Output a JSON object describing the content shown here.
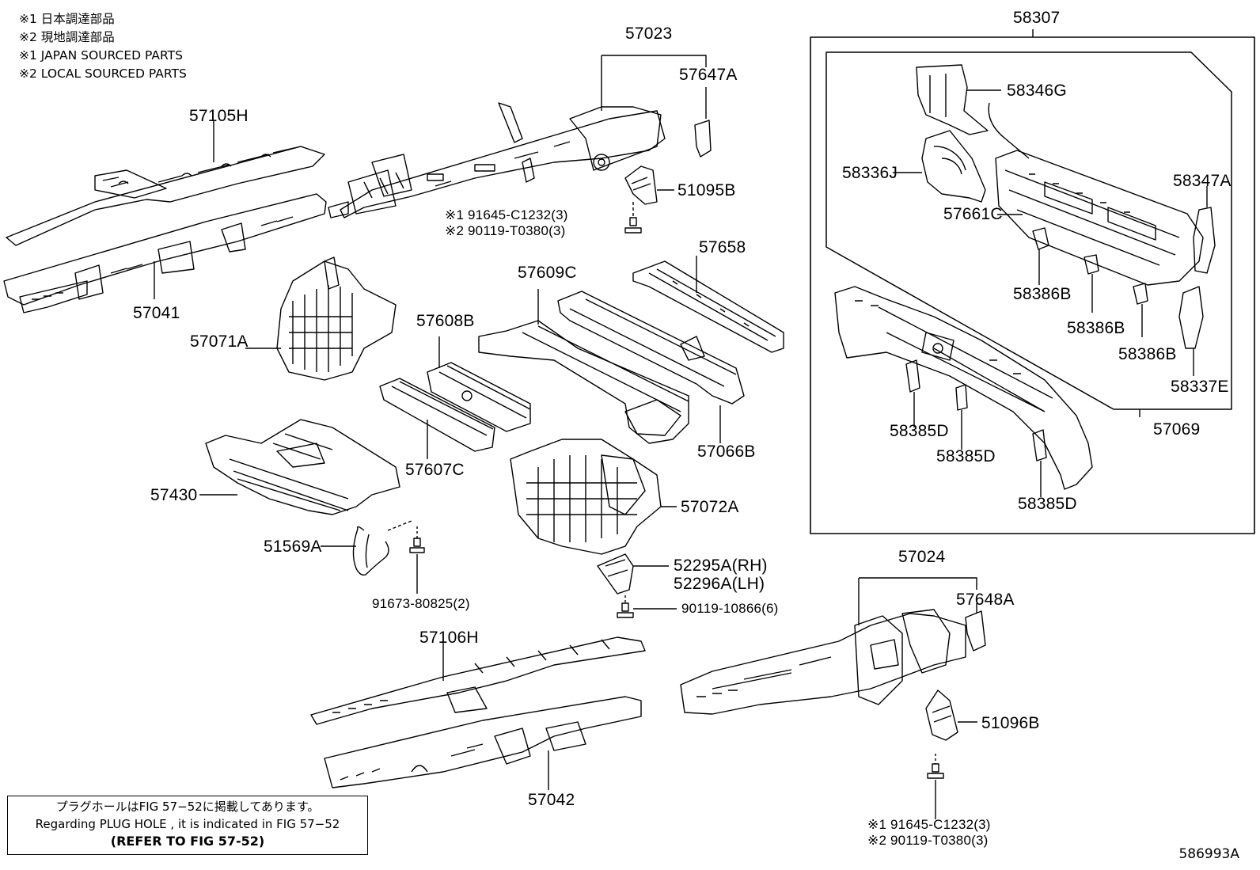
{
  "legend": [
    "※1 日本調達部品",
    "※2 現地調達部品",
    "※1 JAPAN SOURCED PARTS",
    "※2 LOCAL SOURCED PARTS"
  ],
  "parts": {
    "p57023": "57023",
    "p57647A": "57647A",
    "p57105H": "57105H",
    "p51095B": "51095B",
    "p91645_top": "※1 91645-C1232(3)",
    "p90119_top": "※2 90119-T0380(3)",
    "p57041": "57041",
    "p57658": "57658",
    "p57609C": "57609C",
    "p57071A": "57071A",
    "p57608B": "57608B",
    "p57066B": "57066B",
    "p57607C": "57607C",
    "p57430": "57430",
    "p57072A": "57072A",
    "p51569A": "51569A",
    "p52295A": "52295A(RH)",
    "p52296A": "52296A(LH)",
    "p91673": "91673-80825(2)",
    "p90119_mid": "90119-10866(6)",
    "p57106H": "57106H",
    "p57024": "57024",
    "p57648A": "57648A",
    "p51096B": "51096B",
    "p57042": "57042",
    "p91645_bot": "※1 91645-C1232(3)",
    "p90119_bot": "※2 90119-T0380(3)",
    "p58307": "58307",
    "p58346G": "58346G",
    "p58336J": "58336J",
    "p58347A": "58347A",
    "p57661C": "57661C",
    "p58386B_1": "58386B",
    "p58386B_2": "58386B",
    "p58386B_3": "58386B",
    "p58337E": "58337E",
    "p57069": "57069",
    "p58385D_1": "58385D",
    "p58385D_2": "58385D",
    "p58385D_3": "58385D"
  },
  "note": {
    "jp": "プラグホールはFIG 57−52に掲載してあります。",
    "en": "Regarding PLUG HOLE , it is indicated in FIG 57−52",
    "ref": "(REFER TO FIG 57-52)"
  },
  "doc_id": "586993A"
}
